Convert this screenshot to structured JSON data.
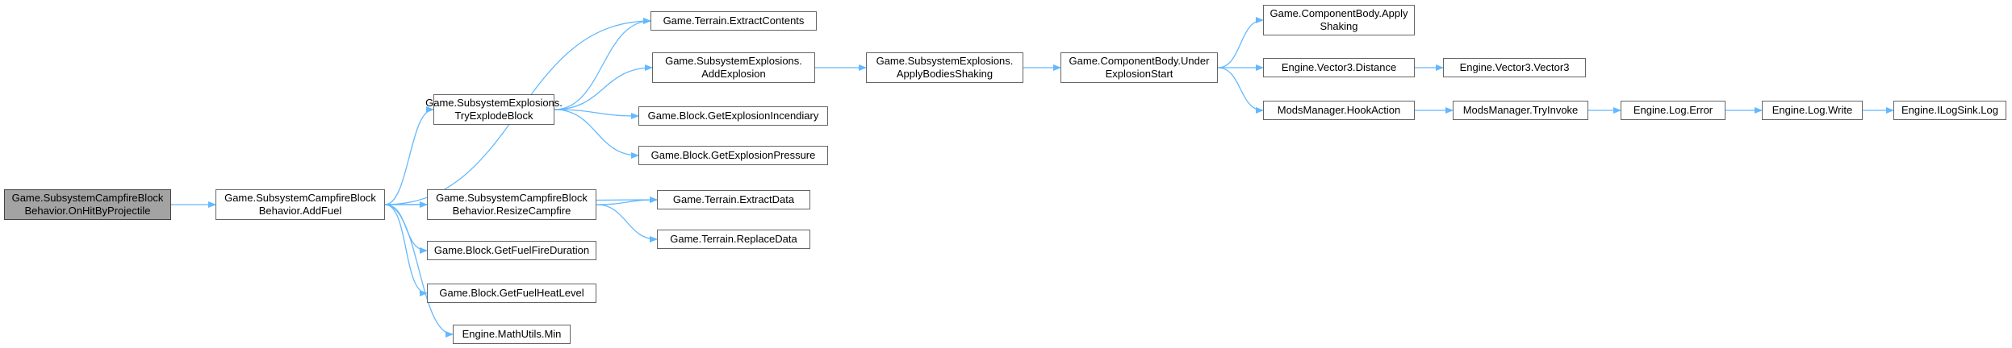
{
  "graph": {
    "root": "n_root",
    "colors": {
      "edge": "#63b8ff",
      "root_fill": "#a3a3a3",
      "node_fill": "#ffffff",
      "node_border": "#656565"
    },
    "nodes": [
      {
        "id": "n_root",
        "lines": [
          "Game.SubsystemCampfireBlock",
          "Behavior.OnHitByProjectile"
        ]
      },
      {
        "id": "n_addfuel",
        "lines": [
          "Game.SubsystemCampfireBlock",
          "Behavior.AddFuel"
        ]
      },
      {
        "id": "n_tryexplode",
        "lines": [
          "Game.SubsystemExplosions.",
          "TryExplodeBlock"
        ]
      },
      {
        "id": "n_resize",
        "lines": [
          "Game.SubsystemCampfireBlock",
          "Behavior.ResizeCampfire"
        ]
      },
      {
        "id": "n_firedur",
        "lines": [
          "Game.Block.GetFuelFireDuration"
        ]
      },
      {
        "id": "n_heatlevel",
        "lines": [
          "Game.Block.GetFuelHeatLevel"
        ]
      },
      {
        "id": "n_min",
        "lines": [
          "Engine.MathUtils.Min"
        ]
      },
      {
        "id": "n_extractcontents",
        "lines": [
          "Game.Terrain.ExtractContents"
        ]
      },
      {
        "id": "n_addexplosion",
        "lines": [
          "Game.SubsystemExplosions.",
          "AddExplosion"
        ]
      },
      {
        "id": "n_incendiary",
        "lines": [
          "Game.Block.GetExplosionIncendiary"
        ]
      },
      {
        "id": "n_pressure",
        "lines": [
          "Game.Block.GetExplosionPressure"
        ]
      },
      {
        "id": "n_extractdata",
        "lines": [
          "Game.Terrain.ExtractData"
        ]
      },
      {
        "id": "n_replacedata",
        "lines": [
          "Game.Terrain.ReplaceData"
        ]
      },
      {
        "id": "n_bodiesshaking",
        "lines": [
          "Game.SubsystemExplosions.",
          "ApplyBodiesShaking"
        ]
      },
      {
        "id": "n_underexplosion",
        "lines": [
          "Game.ComponentBody.Under",
          "ExplosionStart"
        ]
      },
      {
        "id": "n_applyshaking",
        "lines": [
          "Game.ComponentBody.Apply",
          "Shaking"
        ]
      },
      {
        "id": "n_distance",
        "lines": [
          "Engine.Vector3.Distance"
        ]
      },
      {
        "id": "n_hookaction",
        "lines": [
          "ModsManager.HookAction"
        ]
      },
      {
        "id": "n_vector3",
        "lines": [
          "Engine.Vector3.Vector3"
        ]
      },
      {
        "id": "n_tryinvoke",
        "lines": [
          "ModsManager.TryInvoke"
        ]
      },
      {
        "id": "n_logerror",
        "lines": [
          "Engine.Log.Error"
        ]
      },
      {
        "id": "n_logwrite",
        "lines": [
          "Engine.Log.Write"
        ]
      },
      {
        "id": "n_ilogsink",
        "lines": [
          "Engine.ILogSink.Log"
        ]
      }
    ],
    "edges": [
      {
        "from": "n_root",
        "to": "n_addfuel"
      },
      {
        "from": "n_addfuel",
        "to": "n_extractcontents"
      },
      {
        "from": "n_addfuel",
        "to": "n_tryexplode"
      },
      {
        "from": "n_addfuel",
        "to": "n_extractdata"
      },
      {
        "from": "n_addfuel",
        "to": "n_resize"
      },
      {
        "from": "n_addfuel",
        "to": "n_firedur"
      },
      {
        "from": "n_addfuel",
        "to": "n_heatlevel"
      },
      {
        "from": "n_addfuel",
        "to": "n_min"
      },
      {
        "from": "n_tryexplode",
        "to": "n_extractcontents"
      },
      {
        "from": "n_tryexplode",
        "to": "n_addexplosion"
      },
      {
        "from": "n_tryexplode",
        "to": "n_incendiary"
      },
      {
        "from": "n_tryexplode",
        "to": "n_pressure"
      },
      {
        "from": "n_resize",
        "to": "n_extractdata"
      },
      {
        "from": "n_resize",
        "to": "n_replacedata"
      },
      {
        "from": "n_addexplosion",
        "to": "n_bodiesshaking"
      },
      {
        "from": "n_bodiesshaking",
        "to": "n_underexplosion"
      },
      {
        "from": "n_underexplosion",
        "to": "n_applyshaking"
      },
      {
        "from": "n_underexplosion",
        "to": "n_distance"
      },
      {
        "from": "n_underexplosion",
        "to": "n_hookaction"
      },
      {
        "from": "n_distance",
        "to": "n_vector3"
      },
      {
        "from": "n_hookaction",
        "to": "n_tryinvoke"
      },
      {
        "from": "n_tryinvoke",
        "to": "n_logerror"
      },
      {
        "from": "n_logerror",
        "to": "n_logwrite"
      },
      {
        "from": "n_logwrite",
        "to": "n_ilogsink"
      }
    ]
  }
}
